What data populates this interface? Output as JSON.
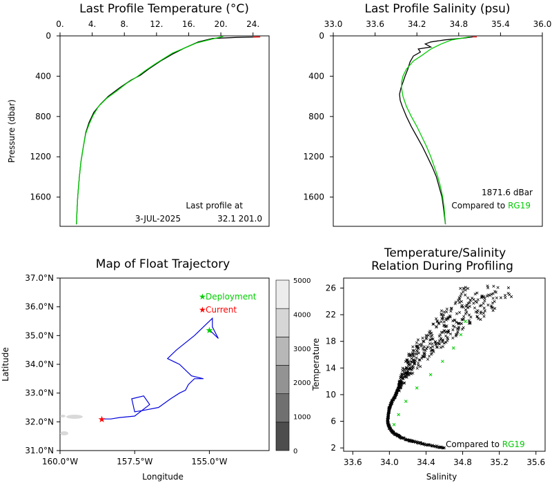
{
  "chart_data": [
    {
      "type": "line",
      "title": "Last Profile Temperature (°C)",
      "ylabel": "Pressure (dbar)",
      "xlim": [
        0,
        26
      ],
      "ylim": [
        1890,
        0
      ],
      "x_ticks": [
        "0.",
        "4.",
        "8.",
        "12.",
        "16.",
        "20.",
        "24."
      ],
      "y_ticks": [
        "0",
        "400",
        "800",
        "1200",
        "1600"
      ],
      "series": [
        {
          "color": "#000000",
          "points": [
            [
              24.8,
              10
            ],
            [
              22,
              15
            ],
            [
              19,
              25
            ],
            [
              17.2,
              60
            ],
            [
              15.5,
              120
            ],
            [
              14,
              180
            ],
            [
              12.5,
              250
            ],
            [
              11,
              330
            ],
            [
              10,
              390
            ],
            [
              8.8,
              440
            ],
            [
              7.5,
              510
            ],
            [
              6,
              600
            ],
            [
              5,
              680
            ],
            [
              4.2,
              760
            ],
            [
              3.6,
              860
            ],
            [
              3.2,
              960
            ],
            [
              2.9,
              1100
            ],
            [
              2.6,
              1250
            ],
            [
              2.4,
              1400
            ],
            [
              2.2,
              1600
            ],
            [
              2.1,
              1750
            ],
            [
              2.05,
              1870
            ]
          ]
        },
        {
          "color": "#00cc00",
          "points": [
            [
              20.3,
              5
            ],
            [
              19,
              30
            ],
            [
              17,
              70
            ],
            [
              15.8,
              110
            ],
            [
              14,
              170
            ],
            [
              12.8,
              230
            ],
            [
              11.8,
              280
            ],
            [
              10.5,
              350
            ],
            [
              9.5,
              410
            ],
            [
              8.3,
              470
            ],
            [
              7,
              550
            ],
            [
              5.8,
              620
            ],
            [
              4.8,
              700
            ],
            [
              4.1,
              790
            ],
            [
              3.6,
              880
            ],
            [
              3.2,
              970
            ],
            [
              2.9,
              1100
            ],
            [
              2.6,
              1250
            ],
            [
              2.4,
              1400
            ],
            [
              2.2,
              1600
            ],
            [
              2.1,
              1750
            ],
            [
              2.05,
              1870
            ]
          ]
        },
        {
          "color": "#ff0000",
          "points": [
            [
              24.0,
              10
            ],
            [
              24.9,
              10
            ]
          ]
        }
      ],
      "annotation": {
        "line1": "Last profile at",
        "line2": "3-JUL-2025",
        "line3": "32.1 201.0"
      }
    },
    {
      "type": "line",
      "title": "Last Profile Salinity (psu)",
      "xlim": [
        33.0,
        36.0
      ],
      "ylim": [
        1890,
        0
      ],
      "x_ticks": [
        "33.0",
        "33.6",
        "34.2",
        "34.8",
        "35.4",
        "36.0"
      ],
      "y_ticks": [
        "0",
        "400",
        "800",
        "1200",
        "1600"
      ],
      "series": [
        {
          "color": "#000000",
          "points": [
            [
              35.0,
              10
            ],
            [
              34.9,
              20
            ],
            [
              34.6,
              40
            ],
            [
              34.4,
              60
            ],
            [
              34.32,
              80
            ],
            [
              34.4,
              110
            ],
            [
              34.22,
              130
            ],
            [
              34.25,
              160
            ],
            [
              34.15,
              200
            ],
            [
              34.1,
              260
            ],
            [
              34.07,
              330
            ],
            [
              34.03,
              400
            ],
            [
              34.0,
              460
            ],
            [
              33.97,
              520
            ],
            [
              33.95,
              580
            ],
            [
              33.96,
              640
            ],
            [
              33.99,
              700
            ],
            [
              34.05,
              800
            ],
            [
              34.12,
              900
            ],
            [
              34.2,
              1000
            ],
            [
              34.28,
              1100
            ],
            [
              34.35,
              1200
            ],
            [
              34.42,
              1300
            ],
            [
              34.48,
              1400
            ],
            [
              34.52,
              1500
            ],
            [
              34.56,
              1600
            ],
            [
              34.58,
              1700
            ],
            [
              34.61,
              1870
            ]
          ]
        },
        {
          "color": "#00cc00",
          "points": [
            [
              34.95,
              10
            ],
            [
              34.7,
              40
            ],
            [
              34.55,
              80
            ],
            [
              34.4,
              130
            ],
            [
              34.28,
              190
            ],
            [
              34.15,
              250
            ],
            [
              34.05,
              330
            ],
            [
              34.0,
              400
            ],
            [
              33.98,
              460
            ],
            [
              33.98,
              520
            ],
            [
              34.0,
              600
            ],
            [
              34.05,
              700
            ],
            [
              34.12,
              800
            ],
            [
              34.2,
              900
            ],
            [
              34.27,
              1000
            ],
            [
              34.34,
              1100
            ],
            [
              34.4,
              1200
            ],
            [
              34.45,
              1300
            ],
            [
              34.5,
              1400
            ],
            [
              34.54,
              1500
            ],
            [
              34.57,
              1600
            ],
            [
              34.59,
              1700
            ],
            [
              34.61,
              1870
            ]
          ]
        },
        {
          "color": "#ff0000",
          "points": [
            [
              35.0,
              10
            ],
            [
              35.06,
              10
            ]
          ]
        }
      ],
      "annotation": {
        "depth": "1871.6 dBar",
        "compared_prefix": "Compared to ",
        "compared_ref": "RG19"
      }
    },
    {
      "type": "map",
      "title": "Map of Float Trajectory",
      "xlabel": "Longitude",
      "ylabel": "Latitude",
      "xlim": [
        -160.0,
        -153.0
      ],
      "ylim": [
        31.0,
        37.0
      ],
      "x_ticks": [
        "160.0°W",
        "157.5°W",
        "155.0°W"
      ],
      "y_ticks": [
        "31.0°N",
        "32.0°N",
        "33.0°N",
        "34.0°N",
        "35.0°N",
        "36.0°N",
        "37.0°N"
      ],
      "legend": {
        "deployment": "Deployment",
        "current": "Current"
      },
      "deployment": [
        -155.0,
        35.2
      ],
      "current": [
        -158.6,
        32.1
      ],
      "trajectory": [
        [
          -155.0,
          35.2
        ],
        [
          -154.8,
          35.0
        ],
        [
          -154.7,
          34.9
        ],
        [
          -154.9,
          35.3
        ],
        [
          -154.9,
          35.6
        ],
        [
          -155.5,
          35.0
        ],
        [
          -156.1,
          34.5
        ],
        [
          -156.4,
          34.2
        ],
        [
          -156.0,
          34.0
        ],
        [
          -155.6,
          33.6
        ],
        [
          -155.2,
          33.5
        ],
        [
          -155.5,
          33.5
        ],
        [
          -155.7,
          33.3
        ],
        [
          -155.8,
          33.1
        ],
        [
          -156.0,
          33.0
        ],
        [
          -156.3,
          32.8
        ],
        [
          -156.7,
          32.5
        ],
        [
          -157.2,
          32.4
        ],
        [
          -157.5,
          32.35
        ],
        [
          -157.6,
          32.8
        ],
        [
          -157.2,
          32.9
        ],
        [
          -157.0,
          32.6
        ],
        [
          -157.5,
          32.2
        ],
        [
          -158.0,
          32.15
        ],
        [
          -158.3,
          32.1
        ],
        [
          -158.6,
          32.1
        ]
      ],
      "colorbar": {
        "ticks": [
          "0",
          "1000",
          "2000",
          "3000",
          "4000",
          "5000"
        ],
        "colors": [
          "#4d4d4d",
          "#707070",
          "#939393",
          "#b7b7b7",
          "#d6d6d6",
          "#ececec"
        ]
      }
    },
    {
      "type": "scatter",
      "title": "Temperature/Salinity",
      "subtitle": "Relation During Profiling",
      "xlabel": "Salinity",
      "ylabel": "Temperature",
      "xlim": [
        33.5,
        35.7
      ],
      "ylim": [
        1.5,
        27.5
      ],
      "x_ticks": [
        "33.6",
        "34.0",
        "34.4",
        "34.8",
        "35.2",
        "35.6"
      ],
      "y_ticks": [
        "2",
        "6",
        "10",
        "14",
        "18",
        "22",
        "26"
      ],
      "ts_curve": [
        [
          34.6,
          2.0
        ],
        [
          34.4,
          2.5
        ],
        [
          34.25,
          3.0
        ],
        [
          34.12,
          3.6
        ],
        [
          34.05,
          4.2
        ],
        [
          34.0,
          5.0
        ],
        [
          33.98,
          6.0
        ],
        [
          33.99,
          7.0
        ],
        [
          34.0,
          8.0
        ],
        [
          34.03,
          9.0
        ],
        [
          34.07,
          10.0
        ],
        [
          34.1,
          11.0
        ],
        [
          34.13,
          12.0
        ],
        [
          34.17,
          13.0
        ],
        [
          34.22,
          14.0
        ],
        [
          34.27,
          15.0
        ],
        [
          34.32,
          16.0
        ],
        [
          34.4,
          17.0
        ],
        [
          34.47,
          18.0
        ],
        [
          34.55,
          19.0
        ],
        [
          34.63,
          20.0
        ],
        [
          34.72,
          21.0
        ],
        [
          34.8,
          22.0
        ],
        [
          34.88,
          23.0
        ],
        [
          34.96,
          24.0
        ],
        [
          35.02,
          25.0
        ],
        [
          35.08,
          26.0
        ]
      ],
      "ref_curve": [
        [
          34.05,
          5.5
        ],
        [
          34.1,
          7.0
        ],
        [
          34.18,
          9.0
        ],
        [
          34.3,
          11.0
        ],
        [
          34.45,
          13.0
        ],
        [
          34.58,
          15.0
        ],
        [
          34.7,
          17.0
        ],
        [
          34.78,
          19.0
        ],
        [
          34.83,
          21.0
        ]
      ],
      "annotation": {
        "compared_prefix": "Compared to ",
        "compared_ref": "RG19"
      }
    }
  ]
}
